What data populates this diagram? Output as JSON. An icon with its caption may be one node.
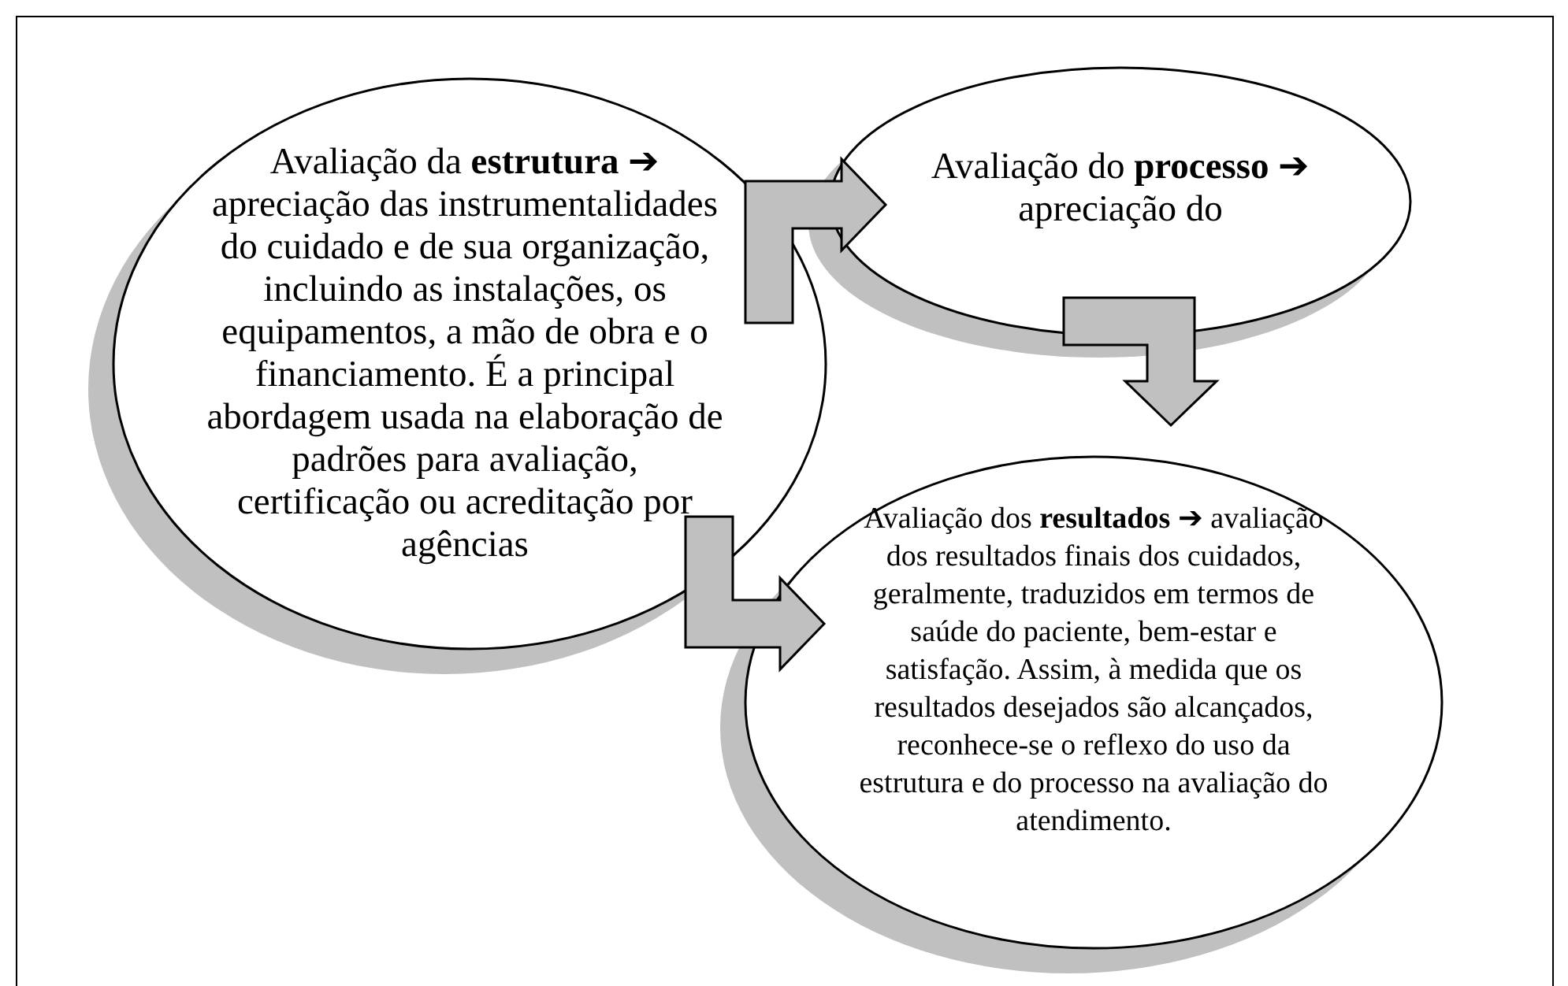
{
  "diagram": {
    "nodes": [
      {
        "text": [
          "Avaliação da **estrutura** ➔ apreciação das instrumentalidades do cuidado e de sua organização, incluindo as instalações, os equipamentos, a mão de obra e o financiamento. É a principal abordagem usada na elaboração de padrões para avaliação, certificação ou acreditação por agências"
        ]
      },
      {
        "text": [
          "Avaliação do **processo** ➔ apreciação do"
        ]
      },
      {
        "text": [
          "Avaliação dos **resultados** ➔ avaliação dos resultados finais dos cuidados, geralmente, traduzidos em termos de saúde do paciente, bem-estar e satisfação. Assim, à medida que os resultados desejados são alcançados, reconhece-se o reflexo do uso da estrutura e do processo na avaliação do atendimento."
        ]
      }
    ],
    "edges": [
      {
        "from": 0,
        "to": 1,
        "arrow": "to"
      },
      {
        "from": 1,
        "to": 2,
        "arrow": "to"
      },
      {
        "from": 0,
        "to": 2,
        "arrow": "to"
      }
    ]
  }
}
